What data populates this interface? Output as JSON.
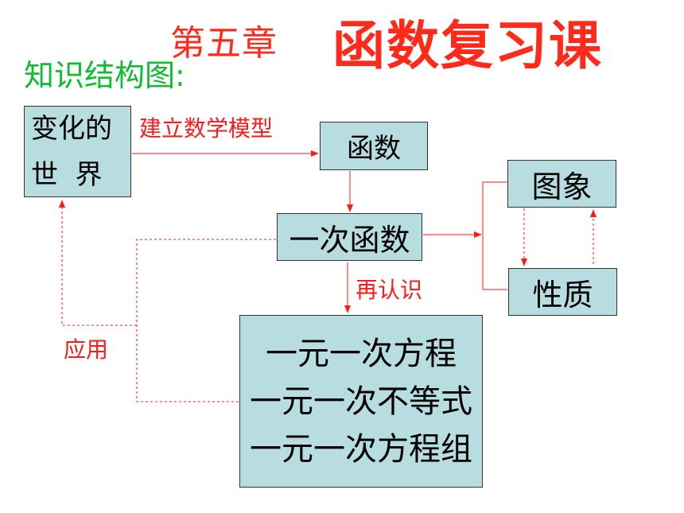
{
  "title": {
    "chapter": "第五章",
    "main": "函数复习课"
  },
  "subtitle": "知识结构图:",
  "nodes": {
    "world_line1": "变化的",
    "world_line2": "世  界",
    "function": "函数",
    "linear_function": "一次函数",
    "graph": "图象",
    "property": "性质",
    "equations": [
      "一元一次方程",
      "一元一次不等式",
      "一元一次方程组"
    ]
  },
  "edges": {
    "build_model": "建立数学模型",
    "re_know": "再认识",
    "apply": "应用"
  },
  "colors": {
    "title": "#ff2a1a",
    "subtitle": "#11bb33",
    "box_fill": "#b7dde0",
    "arrow": "#ff1a1a"
  }
}
